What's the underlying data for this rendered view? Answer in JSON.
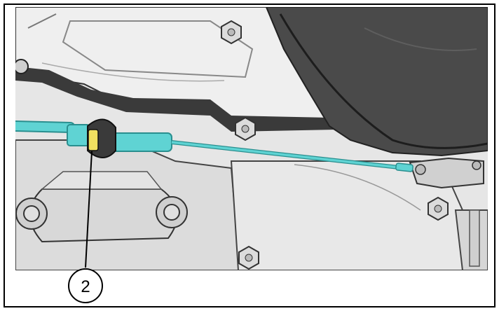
{
  "figure": {
    "callout_label": "2",
    "colors": {
      "border": "#000000",
      "cable": "#5fd3d3",
      "cable_dark": "#2a8f8f",
      "highlight": "#f0e060",
      "casting_light": "#ececec",
      "casting_mid": "#d2d2d2",
      "casting_dark": "#3a3a3a",
      "cover_fill": "#555555",
      "frame": "#ffffff"
    },
    "icons": [
      "clutch-cable",
      "engine-casting",
      "hex-bolt",
      "cable-grommet",
      "callout-circle"
    ]
  }
}
